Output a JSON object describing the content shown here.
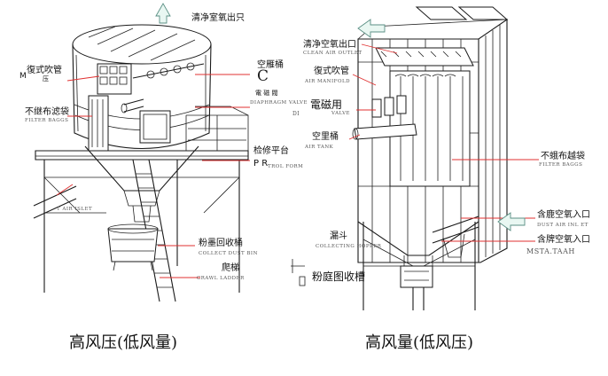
{
  "left_diagram": {
    "labels": {
      "clean_air_outlet": "清净室氧出只",
      "m_mark": "M",
      "m_sub": "压",
      "pulse_pipe": "復式吹管",
      "filter_bag": "不继布滤袋",
      "filter_bag_en": "FILTER BAGGS",
      "air_inlet_en": "T AIR ISLET",
      "air_tank": "空雁桶",
      "air_tank_c": "C",
      "valve_cn": "電 磁 閥",
      "valve_en": "DIAPHRAGM VALVE",
      "platform": "检修平台",
      "platform_p": "P R",
      "platform_en": "TROL   FORM",
      "collect_bin": "粉墨回收桶",
      "collect_bin_en": "COLLECT DUST BIN",
      "ladder": "爬梯",
      "ladder_en": "CRAWL LADDER"
    },
    "caption": "高风压(低风量)"
  },
  "right_diagram": {
    "labels": {
      "clean_air_outlet": "清净空氧出口",
      "clean_air_outlet_en": "CLEAN AIR OUTLET",
      "pulse_pipe": "復式吹管",
      "pulse_pipe_en": "AIR MANIFOLD",
      "valve": "電磁用",
      "valve_en": "VALVE",
      "di_mark": "DI",
      "air_tank": "空里桶",
      "air_tank_en": "AIR TANK",
      "filter_bag": "不蛾布越袋",
      "filter_bag_en": "FILTER BAGGS",
      "dust_inlet": "含鹿空氧入口",
      "dust_inlet_en": "DUST AIR INL ET",
      "hopper": "漏斗",
      "hopper_en": "COLLECTING HOPPER",
      "dust_inlet_2": "含牌空氧入口",
      "dust_inlet_2_en": "MSTA.TAAH",
      "collect_tank": "粉庭图收槽"
    },
    "caption": "高风量(低风压)"
  },
  "colors": {
    "line": "#1a1a1a",
    "leader": "#e03030",
    "arrow_fill": "#e9f7f2",
    "arrow_stroke": "#5a8f84"
  }
}
